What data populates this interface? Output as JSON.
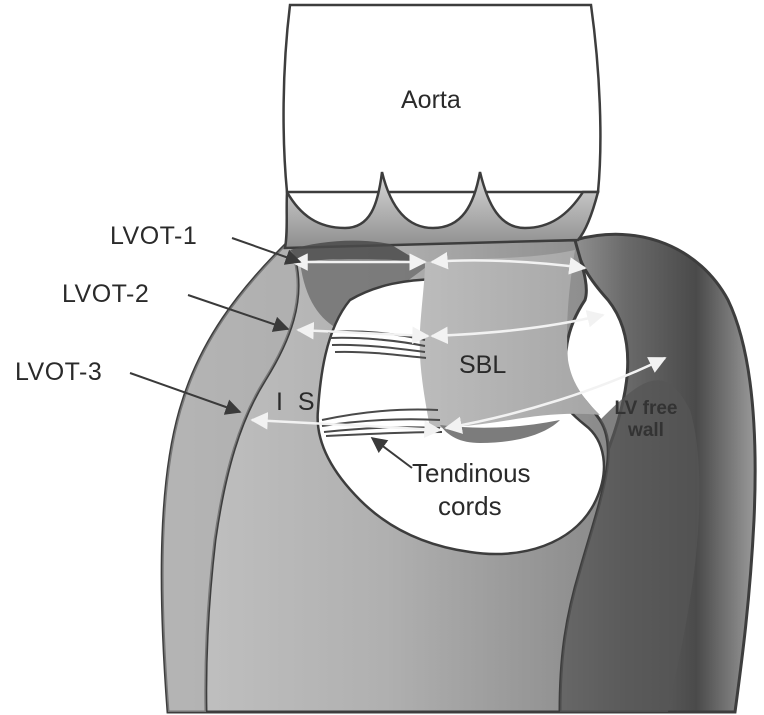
{
  "labels": {
    "aorta": "Aorta",
    "lvot1": "LVOT-1",
    "lvot2": "LVOT-2",
    "lvot3": "LVOT-3",
    "sbl": "SBL",
    "is": "I S",
    "lv_free_wall_line1": "LV free",
    "lv_free_wall_line2": "wall",
    "tendinous_line1": "Tendinous",
    "tendinous_line2": "cords"
  },
  "colors": {
    "tissue": "#b3b3b3",
    "tissue_light": "#cfcfcf",
    "tissue_dark": "#5c5c5c",
    "outline": "#3d3d3d",
    "measure_arrows": "#f2f2f2",
    "background": "#ffffff"
  }
}
